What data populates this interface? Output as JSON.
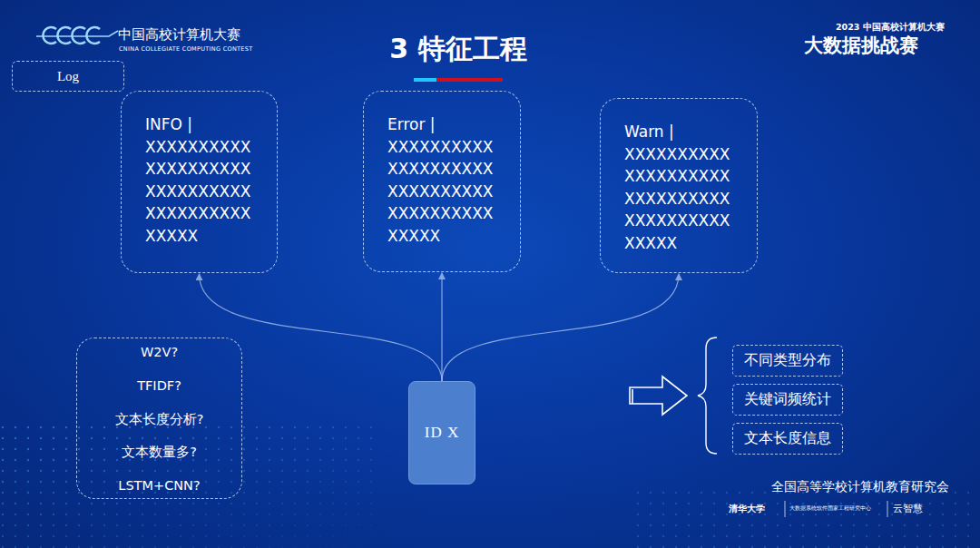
{
  "diagram": {
    "title": "3 特征工程",
    "nodes": [
      {
        "text": [
          "Log"
        ]
      },
      {
        "text": [
          "INFO |",
          "XXXXXXXXXX XXXXXXXXXX XXXXXXXXXX XXXXXXXXXX XXXXX"
        ]
      },
      {
        "text": [
          "Error |",
          "XXXXXXXXXX XXXXXXXXXX XXXXXXXXXX XXXXXXXXXX XXXXX"
        ]
      },
      {
        "text": [
          "Warn |",
          "XXXXXXXXXX XXXXXXXXXX XXXXXXXXXX XXXXXXXXXX XXXXX"
        ]
      },
      {
        "text": [
          "W2V?",
          "TFIDF?",
          "文本长度分析?",
          "文本数量多?",
          "LSTM+CNN?"
        ]
      },
      {
        "text": [
          "ID X"
        ]
      },
      {
        "text": [
          "不同类型分布"
        ]
      },
      {
        "text": [
          "关键词频统计"
        ]
      },
      {
        "text": [
          "文本长度信息"
        ]
      }
    ],
    "edges": [
      {
        "from": 5,
        "to": 1,
        "arrow": "to"
      },
      {
        "from": 5,
        "to": 2,
        "arrow": "to"
      },
      {
        "from": 5,
        "to": 3,
        "arrow": "to"
      }
    ],
    "labels": [
      "中国高校计算机大赛",
      "CNINA COLLEGIATE COMPUTING CONTEST",
      "2023 中国高校计算机大赛",
      "大数据挑战赛",
      "全国高等学校计算机教育研究会",
      "清华大学",
      "大数据系统软件国家工程研究中心",
      "云智慧"
    ]
  }
}
